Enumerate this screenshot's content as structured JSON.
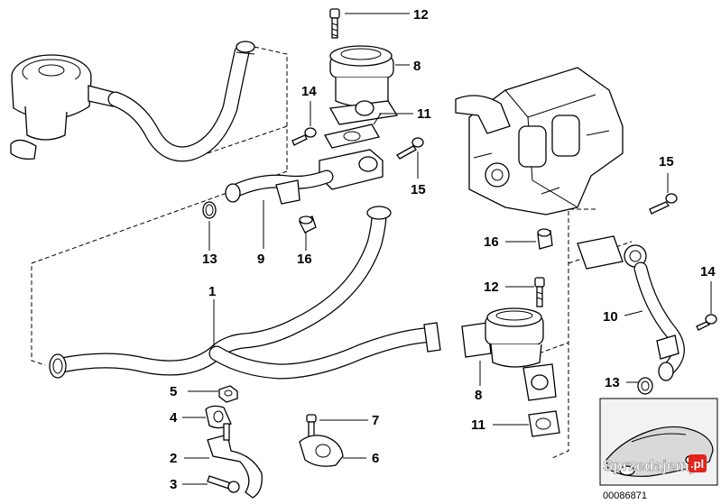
{
  "diagram": {
    "callouts": [
      {
        "id": "c12a",
        "label": "12"
      },
      {
        "id": "c8a",
        "label": "8"
      },
      {
        "id": "c14a",
        "label": "14"
      },
      {
        "id": "c11a",
        "label": "11"
      },
      {
        "id": "c15a",
        "label": "15"
      },
      {
        "id": "c13a",
        "label": "13"
      },
      {
        "id": "c9",
        "label": "9"
      },
      {
        "id": "c16a",
        "label": "16"
      },
      {
        "id": "c1",
        "label": "1"
      },
      {
        "id": "c15b",
        "label": "15"
      },
      {
        "id": "c16b",
        "label": "16"
      },
      {
        "id": "c14b",
        "label": "14"
      },
      {
        "id": "c12b",
        "label": "12"
      },
      {
        "id": "c10",
        "label": "10"
      },
      {
        "id": "c13b",
        "label": "13"
      },
      {
        "id": "c5",
        "label": "5"
      },
      {
        "id": "c4",
        "label": "4"
      },
      {
        "id": "c7",
        "label": "7"
      },
      {
        "id": "c8b",
        "label": "8"
      },
      {
        "id": "c11b",
        "label": "11"
      },
      {
        "id": "c2",
        "label": "2"
      },
      {
        "id": "c6",
        "label": "6"
      },
      {
        "id": "c3",
        "label": "3"
      }
    ],
    "diagram_code": "00086871",
    "watermark": {
      "text_main": "Sprzedajemy",
      "text_suffix": ".pl",
      "accent_color": "#e2231a"
    }
  }
}
